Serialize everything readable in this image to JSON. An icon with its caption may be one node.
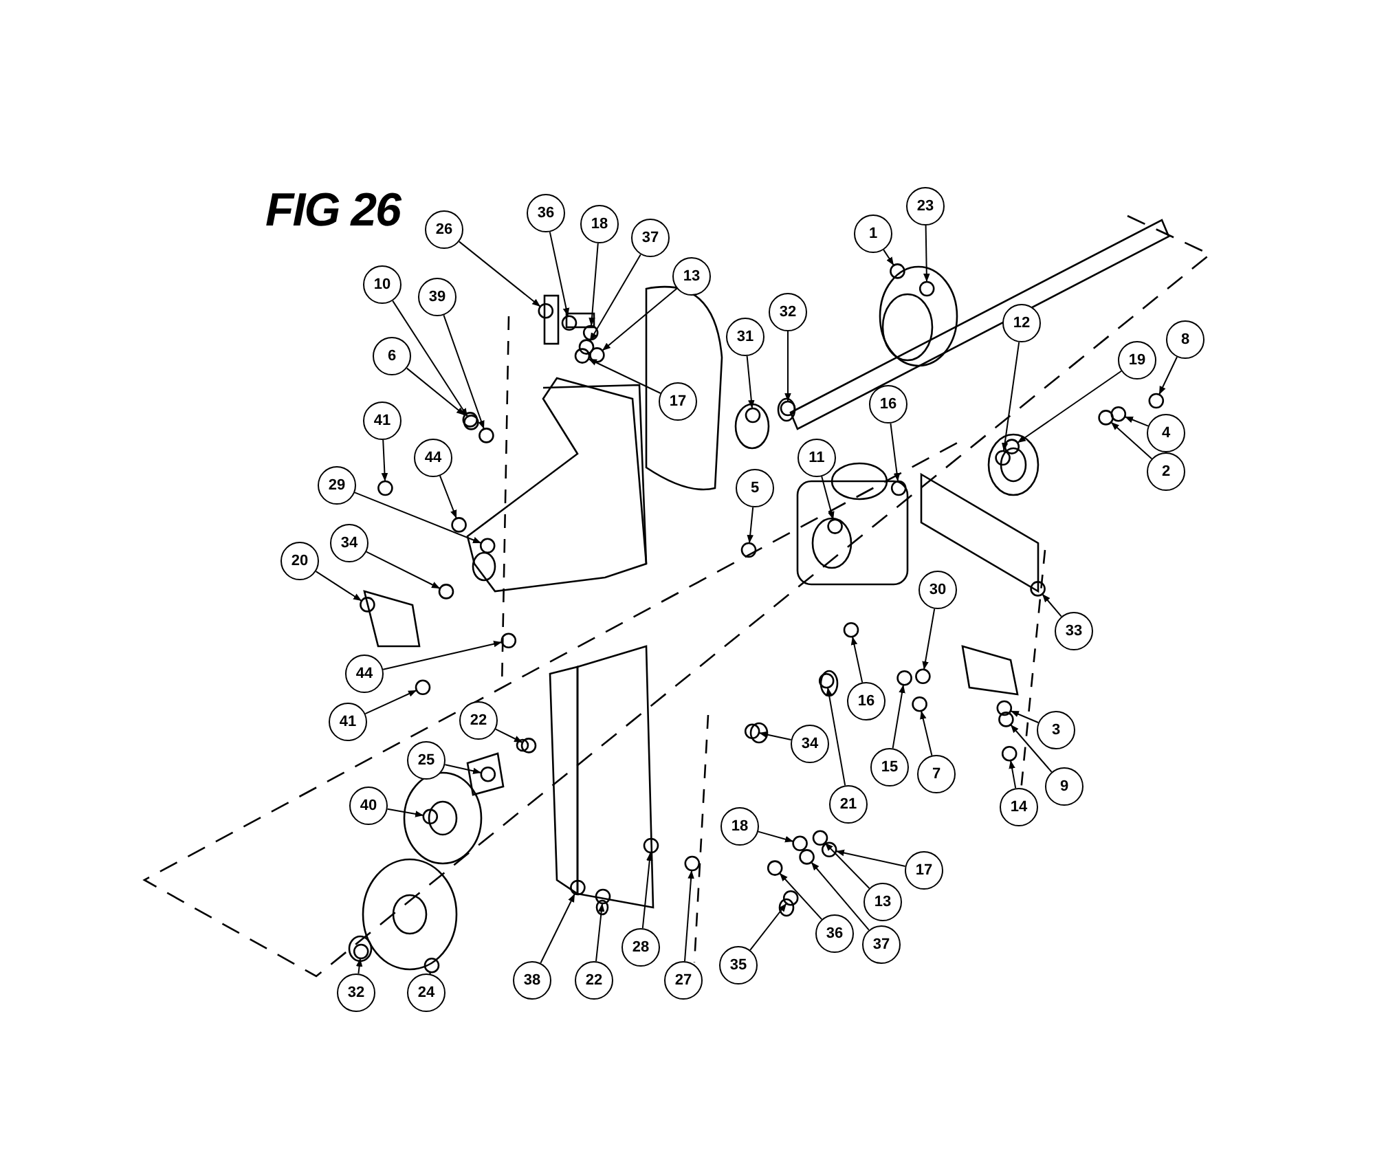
{
  "diagram": {
    "title": "FIG 26",
    "nodes": [
      {
        "text": [
          "36"
        ]
      },
      {
        "text": [
          "18"
        ]
      },
      {
        "text": [
          "23"
        ]
      },
      {
        "text": [
          "26"
        ]
      },
      {
        "text": [
          "1"
        ]
      },
      {
        "text": [
          "37"
        ]
      },
      {
        "text": [
          "13"
        ]
      },
      {
        "text": [
          "10"
        ]
      },
      {
        "text": [
          "39"
        ]
      },
      {
        "text": [
          "32"
        ]
      },
      {
        "text": [
          "12"
        ]
      },
      {
        "text": [
          "31"
        ]
      },
      {
        "text": [
          "8"
        ]
      },
      {
        "text": [
          "6"
        ]
      },
      {
        "text": [
          "19"
        ]
      },
      {
        "text": [
          "17"
        ]
      },
      {
        "text": [
          "16"
        ]
      },
      {
        "text": [
          "41"
        ]
      },
      {
        "text": [
          "4"
        ]
      },
      {
        "text": [
          "44"
        ]
      },
      {
        "text": [
          "11"
        ]
      },
      {
        "text": [
          "2"
        ]
      },
      {
        "text": [
          "29"
        ]
      },
      {
        "text": [
          "5"
        ]
      },
      {
        "text": [
          "34"
        ]
      },
      {
        "text": [
          "20"
        ]
      },
      {
        "text": [
          "30"
        ]
      },
      {
        "text": [
          "33"
        ]
      },
      {
        "text": [
          "44"
        ]
      },
      {
        "text": [
          "16"
        ]
      },
      {
        "text": [
          "41"
        ]
      },
      {
        "text": [
          "22"
        ]
      },
      {
        "text": [
          "3"
        ]
      },
      {
        "text": [
          "34"
        ]
      },
      {
        "text": [
          "25"
        ]
      },
      {
        "text": [
          "15"
        ]
      },
      {
        "text": [
          "7"
        ]
      },
      {
        "text": [
          "9"
        ]
      },
      {
        "text": [
          "21"
        ]
      },
      {
        "text": [
          "40"
        ]
      },
      {
        "text": [
          "14"
        ]
      },
      {
        "text": [
          "18"
        ]
      },
      {
        "text": [
          "17"
        ]
      },
      {
        "text": [
          "13"
        ]
      },
      {
        "text": [
          "36"
        ]
      },
      {
        "text": [
          "37"
        ]
      },
      {
        "text": [
          "28"
        ]
      },
      {
        "text": [
          "35"
        ]
      },
      {
        "text": [
          "38"
        ]
      },
      {
        "text": [
          "22"
        ]
      },
      {
        "text": [
          "27"
        ]
      },
      {
        "text": [
          "32"
        ]
      },
      {
        "text": [
          "24"
        ]
      },
      {
        "text": [],
        "shape": "circle"
      },
      {
        "text": [],
        "shape": "circle"
      },
      {
        "text": [],
        "shape": "circle"
      },
      {
        "text": [],
        "shape": "circle"
      },
      {
        "text": [],
        "shape": "circle"
      },
      {
        "text": [],
        "shape": "circle"
      },
      {
        "text": [],
        "shape": "circle"
      },
      {
        "text": [],
        "shape": "circle"
      },
      {
        "text": [],
        "shape": "circle"
      },
      {
        "text": [],
        "shape": "circle"
      },
      {
        "text": [],
        "shape": "circle"
      },
      {
        "text": [],
        "shape": "circle"
      },
      {
        "text": [],
        "shape": "circle"
      },
      {
        "text": [],
        "shape": "circle"
      },
      {
        "text": [],
        "shape": "circle"
      },
      {
        "text": [],
        "shape": "circle"
      },
      {
        "text": [],
        "shape": "circle"
      },
      {
        "text": [],
        "shape": "circle"
      },
      {
        "text": [],
        "shape": "circle"
      },
      {
        "text": [],
        "shape": "circle"
      },
      {
        "text": [],
        "shape": "circle"
      },
      {
        "text": [],
        "shape": "circle"
      },
      {
        "text": [],
        "shape": "circle"
      },
      {
        "text": [],
        "shape": "circle"
      },
      {
        "text": [],
        "shape": "circle"
      },
      {
        "text": [],
        "shape": "circle"
      },
      {
        "text": [],
        "shape": "circle"
      },
      {
        "text": [],
        "shape": "circle"
      },
      {
        "text": [],
        "shape": "circle"
      },
      {
        "text": [],
        "shape": "circle"
      },
      {
        "text": [],
        "shape": "circle"
      },
      {
        "text": [],
        "shape": "circle"
      },
      {
        "text": [],
        "shape": "circle"
      },
      {
        "text": [],
        "shape": "circle"
      },
      {
        "text": [],
        "shape": "circle"
      },
      {
        "text": [],
        "shape": "circle"
      },
      {
        "text": [],
        "shape": "circle"
      },
      {
        "text": [],
        "shape": "circle"
      },
      {
        "text": [],
        "shape": "circle"
      },
      {
        "text": [],
        "shape": "circle"
      },
      {
        "text": [],
        "shape": "circle"
      },
      {
        "text": [],
        "shape": "circle"
      },
      {
        "text": [],
        "shape": "circle"
      },
      {
        "text": [],
        "shape": "circle"
      },
      {
        "text": [],
        "shape": "circle"
      },
      {
        "text": [],
        "shape": "circle"
      },
      {
        "text": [],
        "shape": "circle"
      },
      {
        "text": [],
        "shape": "circle"
      },
      {
        "text": [],
        "shape": "circle"
      },
      {
        "text": [],
        "shape": "circle"
      },
      {
        "text": [],
        "shape": "circle"
      },
      {
        "text": [],
        "shape": "circle"
      },
      {
        "text": [],
        "shape": "circle"
      }
    ],
    "edges": [
      {
        "from": 0,
        "to": 53,
        "arrow": "to"
      },
      {
        "from": 1,
        "to": 54,
        "arrow": "to"
      },
      {
        "from": 2,
        "to": 55,
        "arrow": "to"
      },
      {
        "from": 3,
        "to": 56,
        "arrow": "to"
      },
      {
        "from": 4,
        "to": 57,
        "arrow": "to"
      },
      {
        "from": 5,
        "to": 58,
        "arrow": "to"
      },
      {
        "from": 6,
        "to": 59,
        "arrow": "to"
      },
      {
        "from": 7,
        "to": 60,
        "arrow": "to"
      },
      {
        "from": 8,
        "to": 61,
        "arrow": "to"
      },
      {
        "from": 9,
        "to": 62,
        "arrow": "to"
      },
      {
        "from": 10,
        "to": 63,
        "arrow": "to"
      },
      {
        "from": 11,
        "to": 64,
        "arrow": "to"
      },
      {
        "from": 12,
        "to": 65,
        "arrow": "to"
      },
      {
        "from": 13,
        "to": 66,
        "arrow": "to"
      },
      {
        "from": 14,
        "to": 67,
        "arrow": "to"
      },
      {
        "from": 15,
        "to": 68,
        "arrow": "to"
      },
      {
        "from": 16,
        "to": 69,
        "arrow": "to"
      },
      {
        "from": 17,
        "to": 70,
        "arrow": "to"
      },
      {
        "from": 18,
        "to": 71,
        "arrow": "to"
      },
      {
        "from": 19,
        "to": 72,
        "arrow": "to"
      },
      {
        "from": 20,
        "to": 73,
        "arrow": "to"
      },
      {
        "from": 21,
        "to": 74,
        "arrow": "to"
      },
      {
        "from": 22,
        "to": 75,
        "arrow": "to"
      },
      {
        "from": 23,
        "to": 76,
        "arrow": "to"
      },
      {
        "from": 24,
        "to": 77,
        "arrow": "to"
      },
      {
        "from": 25,
        "to": 78,
        "arrow": "to"
      },
      {
        "from": 26,
        "to": 79,
        "arrow": "to"
      },
      {
        "from": 27,
        "to": 80,
        "arrow": "to"
      },
      {
        "from": 28,
        "to": 81,
        "arrow": "to"
      },
      {
        "from": 29,
        "to": 82,
        "arrow": "to"
      },
      {
        "from": 30,
        "to": 83,
        "arrow": "to"
      },
      {
        "from": 31,
        "to": 84,
        "arrow": "to"
      },
      {
        "from": 32,
        "to": 85,
        "arrow": "to"
      },
      {
        "from": 33,
        "to": 86,
        "arrow": "to"
      },
      {
        "from": 34,
        "to": 87,
        "arrow": "to"
      },
      {
        "from": 35,
        "to": 88,
        "arrow": "to"
      },
      {
        "from": 36,
        "to": 89,
        "arrow": "to"
      },
      {
        "from": 37,
        "to": 90,
        "arrow": "to"
      },
      {
        "from": 38,
        "to": 91,
        "arrow": "to"
      },
      {
        "from": 39,
        "to": 92,
        "arrow": "to"
      },
      {
        "from": 40,
        "to": 93,
        "arrow": "to"
      },
      {
        "from": 41,
        "to": 94,
        "arrow": "to"
      },
      {
        "from": 42,
        "to": 95,
        "arrow": "to"
      },
      {
        "from": 43,
        "to": 96,
        "arrow": "to"
      },
      {
        "from": 44,
        "to": 97,
        "arrow": "to"
      },
      {
        "from": 45,
        "to": 98,
        "arrow": "to"
      },
      {
        "from": 46,
        "to": 99,
        "arrow": "to"
      },
      {
        "from": 47,
        "to": 100,
        "arrow": "to"
      },
      {
        "from": 48,
        "to": 101,
        "arrow": "to"
      },
      {
        "from": 49,
        "to": 102,
        "arrow": "to"
      },
      {
        "from": 50,
        "to": 103,
        "arrow": "to"
      },
      {
        "from": 51,
        "to": 104,
        "arrow": "to"
      },
      {
        "from": 52,
        "to": 105,
        "arrow": "to"
      }
    ]
  }
}
